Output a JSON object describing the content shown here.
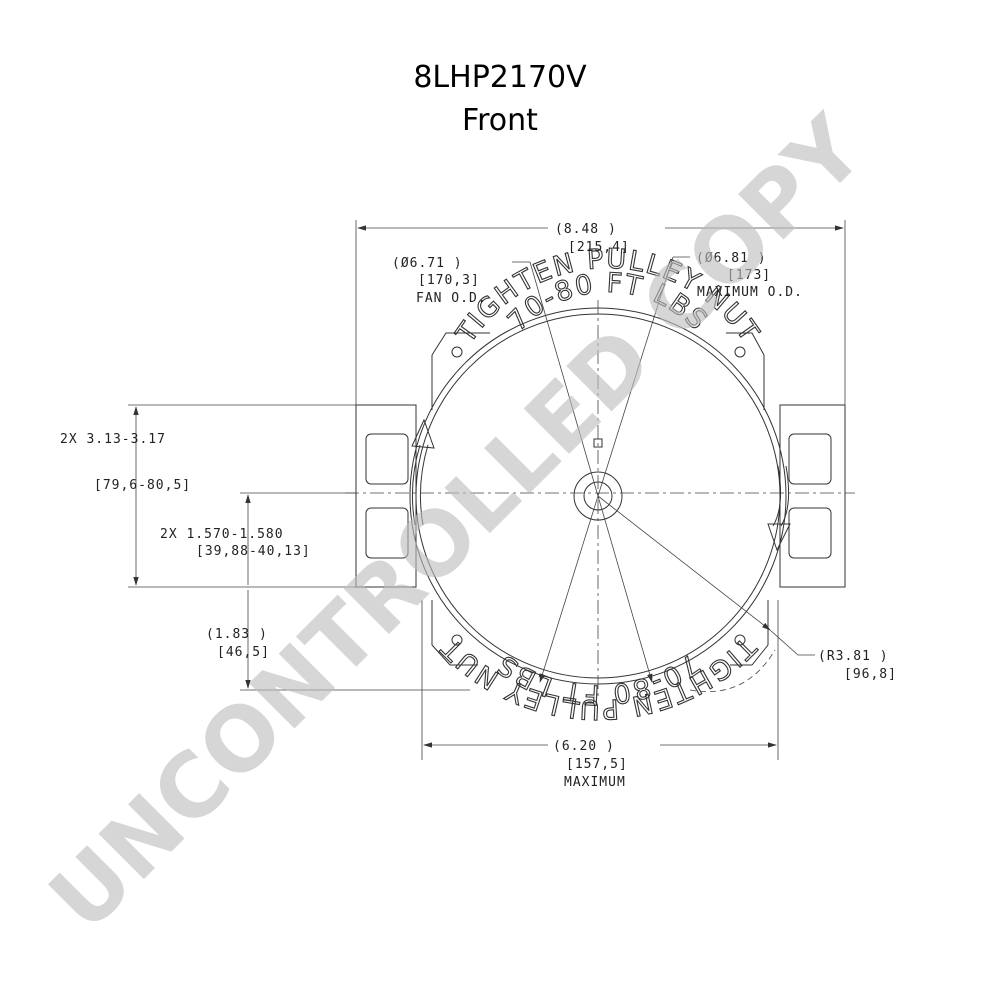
{
  "title": {
    "model": "8LHP2170V",
    "view": "Front"
  },
  "dimensions": {
    "overall_width": {
      "value": "(8.48    )",
      "metric": "[215,4]"
    },
    "fan_od": {
      "value": "(Ø6.71    )",
      "metric": "[170,3]",
      "label": "FAN O.D."
    },
    "max_od": {
      "value": "(Ø6.81  )",
      "metric": "[173]",
      "label": "MAXIMUM O.D."
    },
    "mount_spacing": {
      "value": "2X 3.13-3.17",
      "metric": "[79,6-80,5]"
    },
    "mount_offset": {
      "value": "2X 1.570-1.580",
      "metric": "[39,88-40,13]"
    },
    "lower_height": {
      "value": "(1.83    )",
      "metric": "[46,5]"
    },
    "radius": {
      "value": "(R3.81    )",
      "metric": "[96,8]"
    },
    "max_width": {
      "value": "(6.20     )",
      "metric": "[157,5]",
      "label": "MAXIMUM"
    }
  },
  "face_text": {
    "upper_outer": "TIGHTEN PULLEY NUT",
    "upper_inner": "70-80 FT LBS",
    "lower_outer": "TIGHTEN PULLEY NUT",
    "lower_inner": "70-80 FT LBS"
  },
  "watermark": "UNCONTROLLED COPY"
}
